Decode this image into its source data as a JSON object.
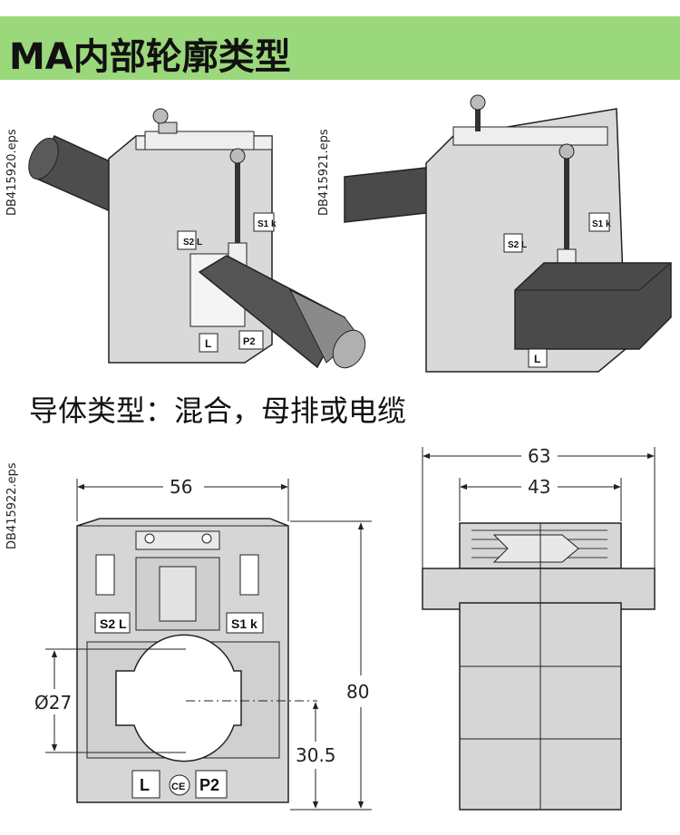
{
  "header": {
    "title": "MA内部轮廓类型"
  },
  "figures": {
    "fig1_id": "DB415920.eps",
    "fig2_id": "DB415921.eps",
    "fig3_id": "DB415922.eps"
  },
  "caption": "导体类型：混合，母排或电缆",
  "terminal_labels": {
    "s2": "S2 L",
    "s1": "S1 k",
    "l": "L",
    "ce": "CE",
    "p2": "P2"
  },
  "dimensions": {
    "front_width": "56",
    "hole_diameter": "Ø27",
    "height": "80",
    "center_height": "30.5",
    "side_outer": "63",
    "side_inner": "43"
  },
  "colors": {
    "header_bg": "#9bd87b",
    "body_gray": "#d6d6d6",
    "dark": "#4a4a4a"
  }
}
